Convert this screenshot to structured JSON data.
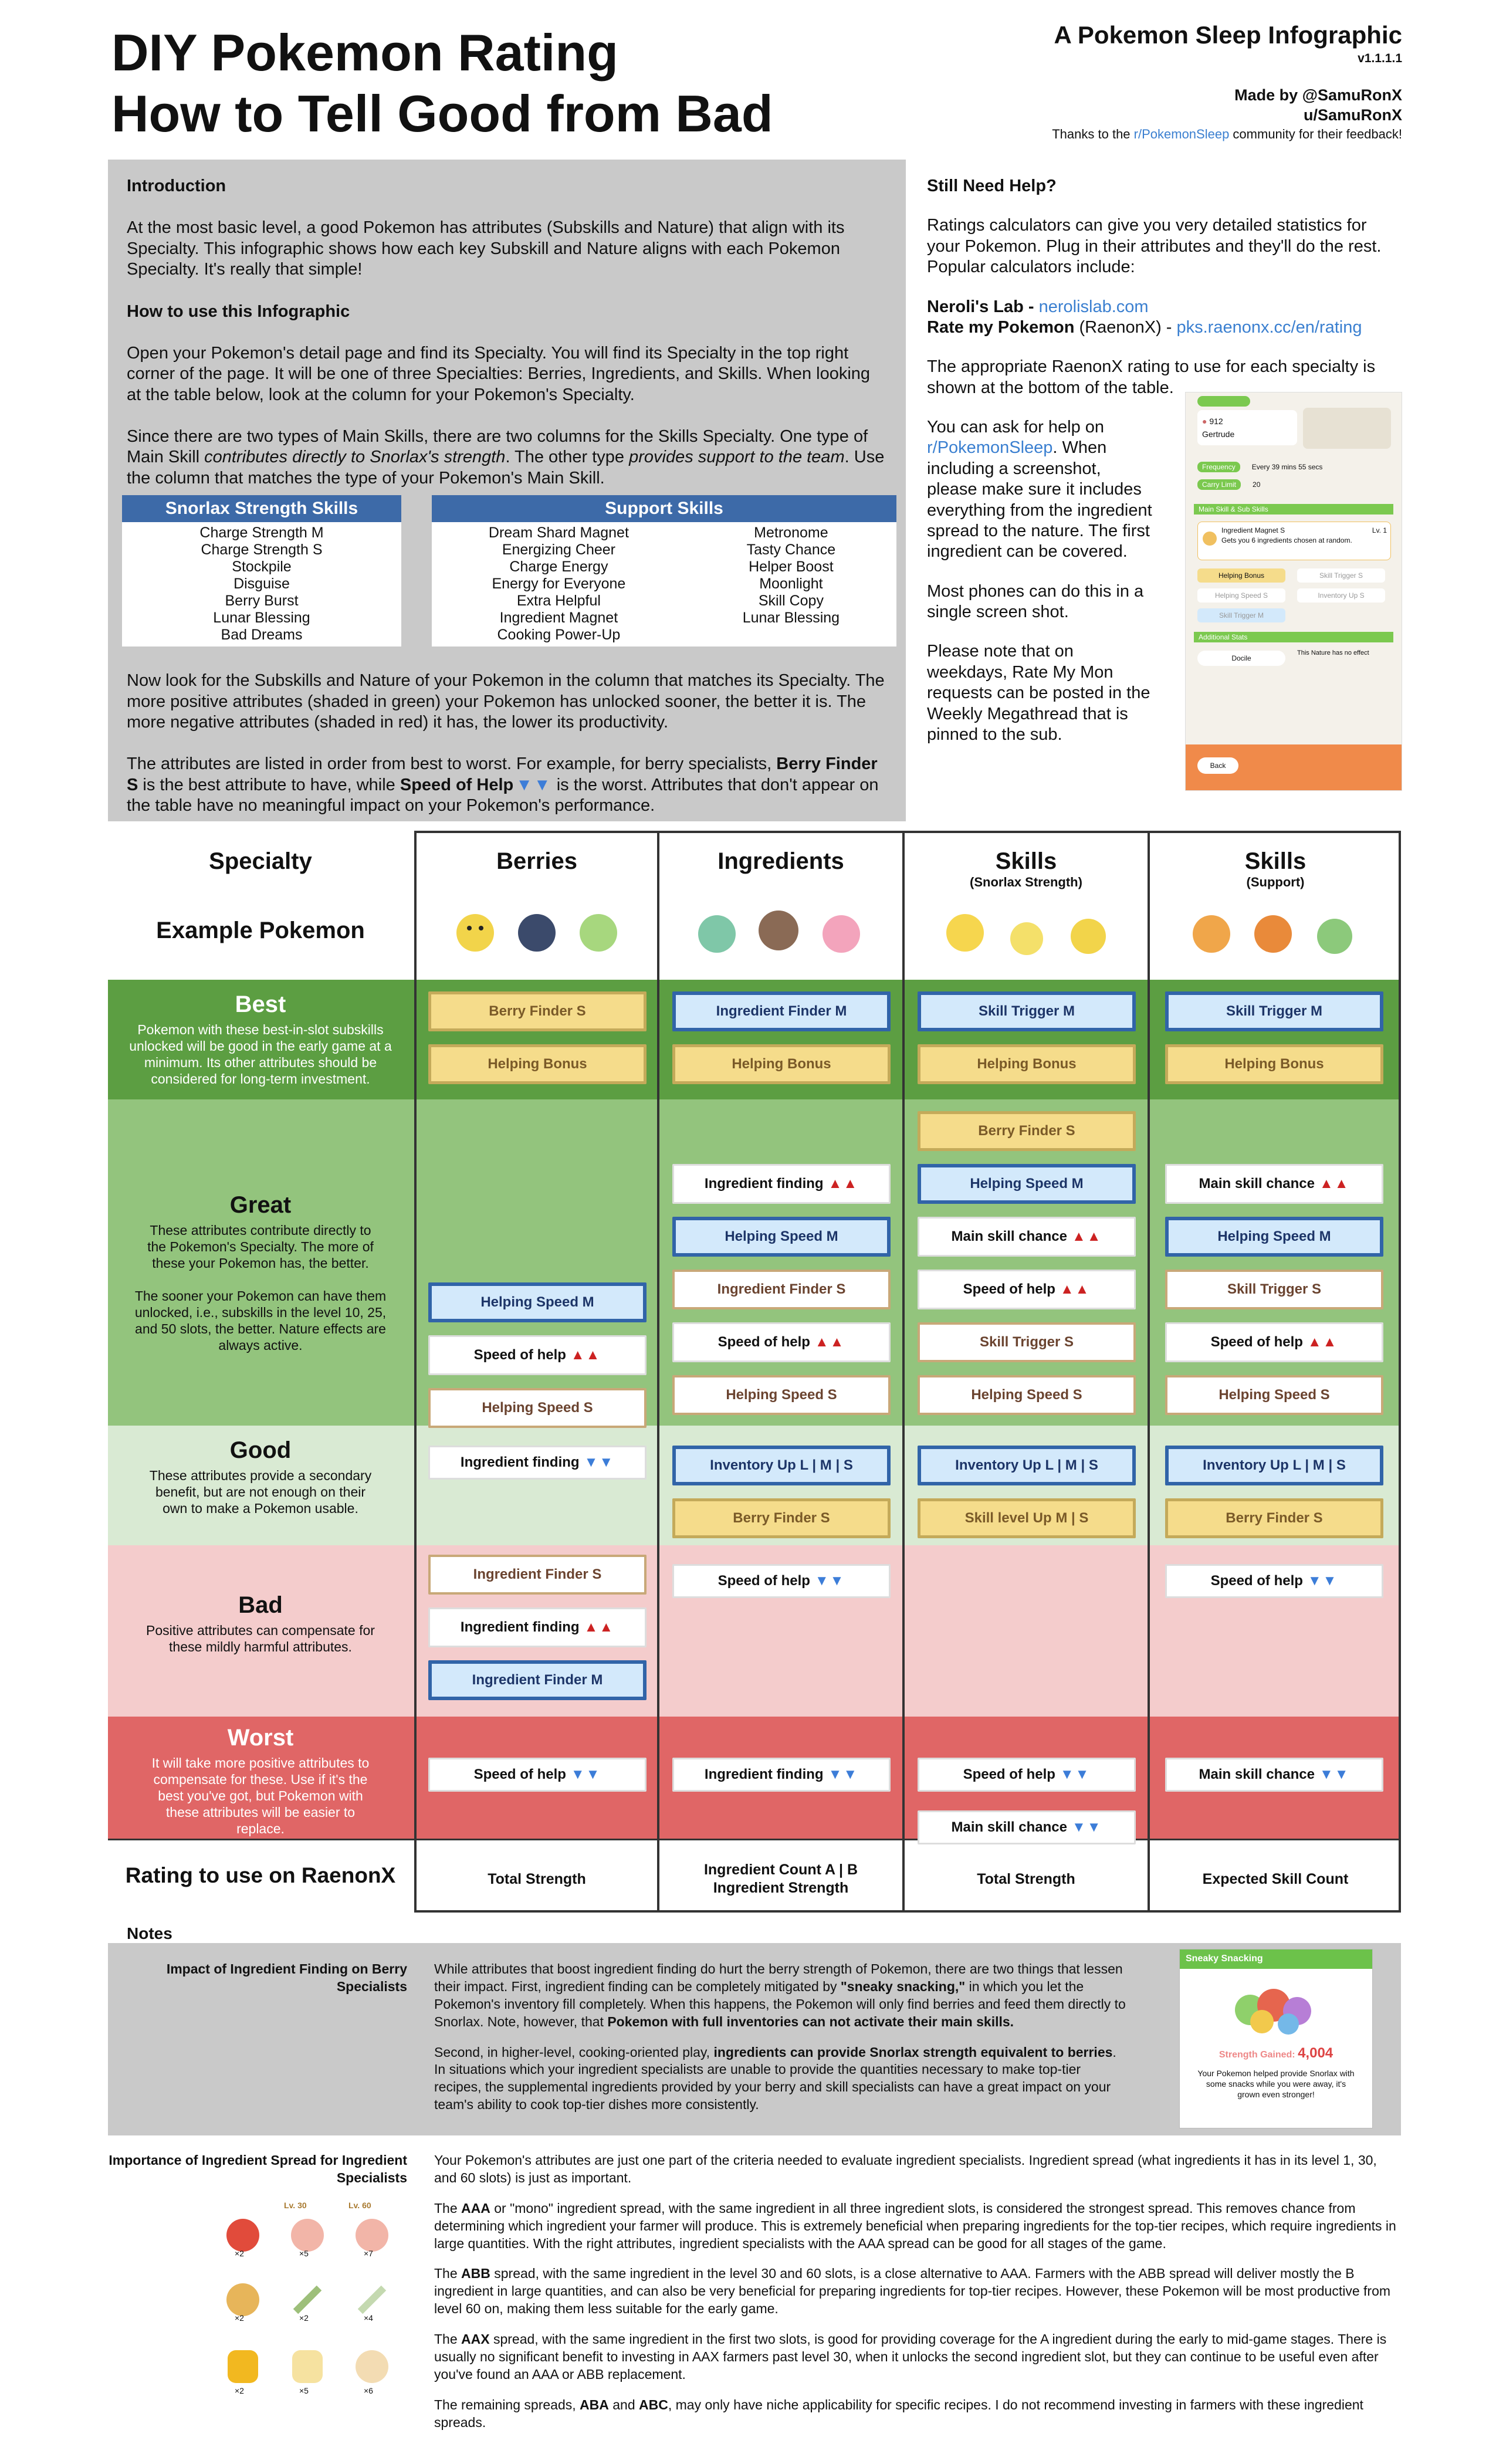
{
  "header": {
    "title_l1": "DIY Pokemon Rating",
    "title_l2": "How to Tell Good from Bad",
    "infographic": "A Pokemon Sleep Infographic",
    "version": "v1.1.1.1",
    "made_by": "Made by @SamuRonX",
    "made_by2": "u/SamuRonX",
    "thanks_pre": "Thanks to the ",
    "thanks_link": "r/PokemonSleep",
    "thanks_post": " community for their feedback!"
  },
  "intro": {
    "heading1": "Introduction",
    "p1": "At the most basic level, a good Pokemon has attributes (Subskills and Nature) that align with its Specialty. This infographic shows how each key Subskill and Nature aligns with each Pokemon Specialty. It's really that simple!",
    "heading2": "How to use this Infographic",
    "p2": "Open your Pokemon's detail page and find its Specialty. You will find its Specialty in the top right corner of the page. It will be one of three Specialties: Berries, Ingredients, and Skills. When looking at the table below, look at the column for your Pokemon's Specialty.",
    "p3a": "Since there are two types of Main Skills, there are two columns for the Skills Specialty. One type of Main Skill ",
    "p3b": "contributes directly to Snorlax's strength",
    "p3c": ". The other type ",
    "p3d": "provides support to the team",
    "p3e": ". Use the column that matches the type of your Pokemon's Main Skill.",
    "p4": "Now look for the Subskills and Nature of your Pokemon in the column that matches its Specialty. The more positive attributes (shaded in green) your Pokemon has unlocked sooner, the better it is. The more negative attributes (shaded in red) it has, the lower its productivity.",
    "p5a": "The attributes are listed in order from best to worst. For example, for berry specialists, ",
    "p5b": "Berry Finder S",
    "p5c": " is the best attribute to have, while ",
    "p5d": "Speed of Help",
    "p5e": " is the worst. Attributes that don't appear on the table have no meaningful impact on your Pokemon's performance."
  },
  "snorlax_skills": {
    "title": "Snorlax Strength Skills",
    "items": [
      "Charge Strength M",
      "Charge Strength S",
      "Stockpile",
      "Disguise",
      "Berry Burst",
      "Lunar Blessing",
      "Bad Dreams"
    ]
  },
  "support_skills": {
    "title": "Support Skills",
    "left": [
      "Dream Shard Magnet",
      "Energizing Cheer",
      "Charge Energy",
      "Energy for Everyone",
      "Extra Helpful",
      "Ingredient Magnet",
      "Cooking Power-Up"
    ],
    "right": [
      "Metronome",
      "Tasty Chance",
      "Helper Boost",
      "Moonlight",
      "Skill Copy",
      "Lunar Blessing"
    ]
  },
  "help": {
    "heading": "Still Need Help?",
    "p1": "Ratings calculators can give you very detailed statistics for your Pokemon. Plug in their attributes and they'll do the rest. Popular calculators include:",
    "neroli_label": "Neroli's Lab - ",
    "neroli_url": "nerolislab.com",
    "rmp_label": "Rate my Pokemon",
    "rmp_by": " (RaenonX) - ",
    "rmp_url": "pks.raenonx.cc/en/rating",
    "p2": "The appropriate RaenonX rating to use for each specialty is shown at the bottom of the table.",
    "p3a": "You can ask for help on ",
    "p3link": "r/PokemonSleep",
    "p3b": ". When including a screenshot, please make sure it includes everything from the ingredient spread to the nature. The first ingredient can be covered.",
    "p4": "Most phones can do this in a single screen shot.",
    "p5": "Please note that on weekdays, Rate My Mon requests can be posted in the Weekly Megathread that is pinned to the sub."
  },
  "phone": {
    "num": "912",
    "name": "Gertrude",
    "frequency_label": "Frequency",
    "frequency_value": "Every 39 mins 55 secs",
    "carry_label": "Carry Limit",
    "carry_value": "20",
    "skills_header": "Main Skill & Sub Skills",
    "skill_name": "Ingredient Magnet S",
    "skill_lv": "Lv. 1",
    "skill_desc": "Gets you 6 ingredients chosen at random.",
    "sub1": "Helping Bonus",
    "sub2": "Skill Trigger S",
    "sub3": "Helping Speed S",
    "sub4": "Inventory Up S",
    "sub5": "Skill Trigger M",
    "stats_header": "Additional Stats",
    "nature": "Docile",
    "nature_note": "This Nature has no effect",
    "back": "Back"
  },
  "table": {
    "specialty_label": "Specialty",
    "example_label": "Example Pokemon",
    "columns": [
      {
        "title": "Berries",
        "sub": ""
      },
      {
        "title": "Ingredients",
        "sub": ""
      },
      {
        "title": "Skills",
        "sub": "(Snorlax Strength)"
      },
      {
        "title": "Skills",
        "sub": "(Support)"
      }
    ],
    "tiers": {
      "best": {
        "title": "Best",
        "desc": "Pokemon with these best-in-slot subskills unlocked will be good in the early game at a minimum. Its other attributes should be considered for long-term investment."
      },
      "great": {
        "title": "Great",
        "desc": "These attributes contribute directly to the Pokemon's Specialty. The more of these your Pokemon has, the better.",
        "desc2": "The sooner your Pokemon can have them unlocked, i.e., subskills in the level 10, 25, and 50 slots, the better. Nature effects are always active."
      },
      "good": {
        "title": "Good",
        "desc": "These attributes provide a secondary benefit, but are not enough on their own to make a Pokemon usable."
      },
      "bad": {
        "title": "Bad",
        "desc": "Positive attributes can compensate for these mildly harmful attributes."
      },
      "worst": {
        "title": "Worst",
        "desc": "It will take more positive attributes to compensate for these. Use if it's the best you've got, but Pokemon with these attributes will be easier to replace."
      }
    },
    "cells": {
      "best": [
        [
          "Berry Finder S",
          "Helping Bonus"
        ],
        [
          "Ingredient Finder M",
          "Helping Bonus"
        ],
        [
          "Skill Trigger M",
          "Helping Bonus"
        ],
        [
          "Skill Trigger M",
          "Helping Bonus"
        ]
      ],
      "great0": [
        "Berry Finder S"
      ],
      "great_ing": [
        "Ingredient finding",
        "Helping Speed M",
        "Ingredient Finder S",
        "Speed of help",
        "Helping Speed S"
      ],
      "great_sk": [
        "Helping Speed M",
        "Main skill chance",
        "Speed of help",
        "Skill Trigger S",
        "Helping Speed S"
      ],
      "great_sup": [
        "Main skill chance",
        "Helping Speed M",
        "Skill Trigger S",
        "Speed of help",
        "Helping Speed S"
      ],
      "great_ber": [
        "Helping Speed M",
        "Speed of help",
        "Helping Speed S"
      ],
      "good_ber": [
        "Ingredient finding"
      ],
      "good_ing": [
        "Inventory Up L | M | S",
        "Berry Finder S"
      ],
      "good_sk": [
        "Inventory Up L | M | S",
        "Skill level Up M | S"
      ],
      "good_sup": [
        "Inventory Up L | M | S",
        "Berry Finder S"
      ],
      "bad_ber": [
        "Ingredient Finder S",
        "Ingredient finding",
        "Ingredient Finder M"
      ],
      "bad_ing": [
        "Speed of help"
      ],
      "bad_sup": [
        "Speed of help"
      ],
      "worst_ber": [
        "Speed of help"
      ],
      "worst_ing": [
        "Ingredient finding"
      ],
      "worst_sk": [
        "Speed of help",
        "Main skill chance"
      ],
      "worst_sup": [
        "Main skill chance"
      ]
    },
    "rating_label": "Rating to use on RaenonX",
    "ratings": [
      "Total Strength",
      "Ingredient Count A | B",
      "Ingredient Strength",
      "Total Strength",
      "Expected Skill Count"
    ]
  },
  "notes": {
    "heading": "Notes",
    "n1_label": "Impact of Ingredient Finding on Berry Specialists",
    "n1_p1a": "While attributes that boost ingredient finding do hurt the berry strength of Pokemon, there are two things that lessen their impact. First, ingredient finding can be completely mitigated by ",
    "n1_p1b": "\"sneaky snacking,\"",
    "n1_p1c": " in which you let the Pokemon's inventory fill completely. When this happens, the Pokemon will only find berries and feed them directly to Snorlax. Note, however, that ",
    "n1_p1d": "Pokemon with full inventories can not activate their main skills.",
    "n1_p2a": "Second, in higher-level, cooking-oriented play, ",
    "n1_p2b": "ingredients can provide Snorlax strength equivalent to berries",
    "n1_p2c": ". In situations which your ingredient specialists are unable to provide the quantities necessary to make top-tier recipes, the supplemental ingredients provided by your berry and skill specialists can have a great impact on your team's ability to cook top-tier dishes more consistently.",
    "sneaky_title": "Sneaky Snacking",
    "sneaky_gained": "Strength Gained:",
    "sneaky_value": "4,004",
    "sneaky_desc": "Your Pokemon helped provide Snorlax with some snacks while you were away, it's grown even stronger!",
    "n2_label": "Importance of Ingredient Spread for Ingredient Specialists",
    "n2_p1": "Your Pokemon's attributes are just one part of the criteria needed to evaluate ingredient specialists. Ingredient spread (what ingredients it has in its level 1, 30, and 60 slots) is just as important.",
    "n2_p2a": "The ",
    "n2_p2b": "AAA",
    "n2_p2c": " or \"mono\" ingredient spread, with the same ingredient in all three ingredient slots, is considered the strongest spread. This removes chance from determining which ingredient your farmer will produce. This is extremely beneficial when preparing ingredients for the top-tier recipes, which require ingredients in large quantities. With the right attributes, ingredient specialists with the AAA spread can be good for all stages of the game.",
    "n2_p3a": "The ",
    "n2_p3b": "ABB",
    "n2_p3c": " spread, with the same ingredient in the level 30 and 60 slots, is a close alternative to AAA. Farmers with the ABB spread will deliver mostly the B ingredient in large quantities, and can also be very beneficial for preparing ingredients for top-tier recipes. However, these Pokemon will be most productive from level 60 on, making them less suitable for the early game.",
    "n2_p4a": "The ",
    "n2_p4b": "AAX",
    "n2_p4c": " spread, with the same ingredient in the first two slots, is good for providing coverage for the A ingredient during the early to mid-game stages. There is usually no significant benefit to investing in AAX farmers past level 30, when it unlocks the second ingredient slot, but they can continue to be useful even after you've found an AAA or ABB replacement.",
    "n2_p5a": "The remaining spreads, ",
    "n2_p5b": "ABA",
    "n2_p5c": " and ",
    "n2_p5d": "ABC",
    "n2_p5e": ", may only have niche applicability for specific recipes. I do not recommend investing in farmers with these ingredient spreads.",
    "spread_lv30": "Lv. 30",
    "spread_lv60": "Lv. 60",
    "spread_rows": [
      [
        "×2",
        "×5",
        "×7"
      ],
      [
        "×2",
        "×2",
        "×4"
      ],
      [
        "×2",
        "×5",
        "×6"
      ]
    ]
  },
  "colors": {
    "best": "#5c9e42",
    "great": "#93c47d",
    "good": "#d9ead3",
    "bad": "#f4cccc",
    "worst": "#e06666",
    "header_blue": "#3d6aa8",
    "link": "#3a7fd0"
  }
}
